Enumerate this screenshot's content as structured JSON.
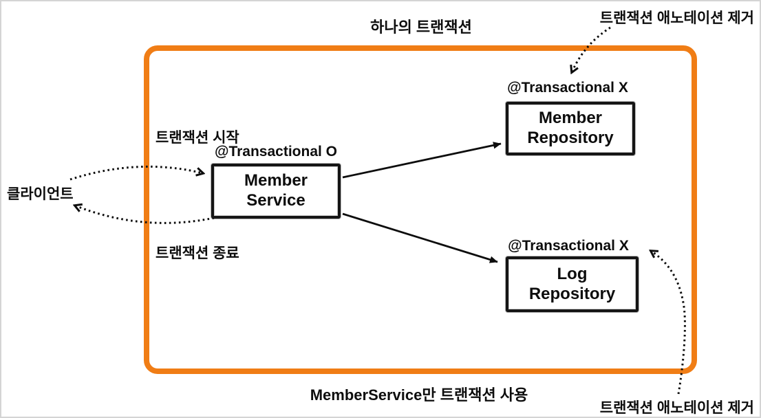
{
  "colors": {
    "accent": "#F07D15",
    "ink": "#0d0d0d"
  },
  "header": {
    "title": "하나의 트랜잭션"
  },
  "callouts": {
    "top_right": "트랜잭션 애노테이션 제거",
    "bottom_right": "트랜잭션 애노테이션 제거"
  },
  "flow_labels": {
    "tx_start": "트랜잭션 시작",
    "tx_end": "트랜잭션 종료",
    "client": "클라이언트"
  },
  "nodes": {
    "member_service": {
      "annotation": "@Transactional O",
      "name_line1": "Member",
      "name_line2": "Service"
    },
    "member_repository": {
      "annotation": "@Transactional X",
      "name_line1": "Member",
      "name_line2": "Repository"
    },
    "log_repository": {
      "annotation": "@Transactional X",
      "name_line1": "Log",
      "name_line2": "Repository"
    }
  },
  "footer": {
    "caption": "MemberService만 트랜잭션 사용"
  },
  "edges": [
    {
      "from": "client",
      "to": "member_service",
      "style": "dotted",
      "label": "트랜잭션 시작"
    },
    {
      "from": "member_service",
      "to": "client",
      "style": "dotted",
      "label": "트랜잭션 종료"
    },
    {
      "from": "member_service",
      "to": "member_repository",
      "style": "solid"
    },
    {
      "from": "member_service",
      "to": "log_repository",
      "style": "solid"
    },
    {
      "from": "callout_top_right",
      "to": "member_repository_annotation",
      "style": "dotted"
    },
    {
      "from": "callout_bottom_right",
      "to": "log_repository_annotation",
      "style": "dotted"
    }
  ]
}
